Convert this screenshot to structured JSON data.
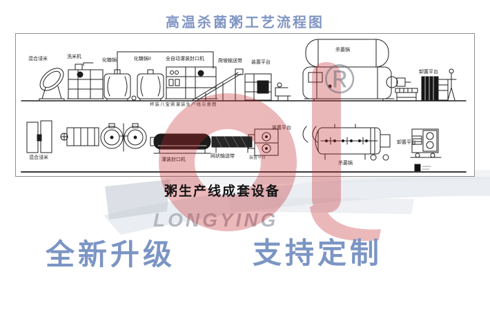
{
  "header": {
    "title": "高温杀菌粥工艺流程图"
  },
  "diagram": {
    "caption": "杯装八宝粥灌装生产线示意图",
    "top_row_labels": [
      "混合浸米",
      "洗米机",
      "化糖锅I",
      "化糖锅II",
      "全自动灌装封口机",
      "爬坡输送带",
      "装置平台",
      "杀菌锅",
      "卸置平台"
    ],
    "bottom_row_labels": [
      "混合浸米",
      "灌装封口机",
      "网状输送带",
      "装置平台",
      "装置平台",
      "杀菌锅",
      "卸置平台"
    ]
  },
  "branding": {
    "watermark_text": "LONGYING",
    "registered_mark": "®"
  },
  "footer": {
    "subtitle": "粥生产线成套设备",
    "promo_left": "全新升级",
    "promo_right": "支持定制"
  },
  "colors": {
    "title_blue": "#8095c3",
    "promo_blue": "#7b95c4",
    "watermark_red": "#c4262c",
    "watermark_grey": "#b4b8c0",
    "swoosh_grey": "#d7dce3",
    "line_art": "#1d1d1d"
  }
}
